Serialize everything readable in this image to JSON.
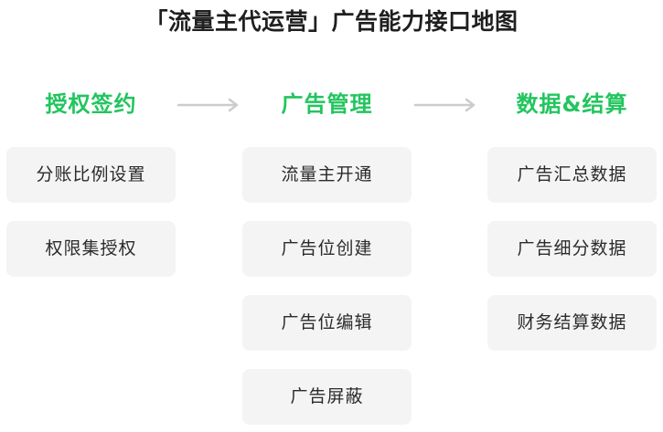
{
  "title": "「流量主代运营」广告能力接口地图",
  "columns": [
    {
      "heading": "授权签约",
      "items": [
        "分账比例设置",
        "权限集授权"
      ]
    },
    {
      "heading": "广告管理",
      "items": [
        "流量主开通",
        "广告位创建",
        "广告位编辑",
        "广告屏蔽"
      ]
    },
    {
      "heading": "数据&结算",
      "items": [
        "广告汇总数据",
        "广告细分数据",
        "财务结算数据"
      ]
    }
  ],
  "colors": {
    "heading": "#22c55e",
    "card_bg": "#f4f4f4",
    "arrow": "#cccccc",
    "title": "#1f1f1f"
  },
  "icons": [
    "right-arrow-icon",
    "right-arrow-icon"
  ]
}
